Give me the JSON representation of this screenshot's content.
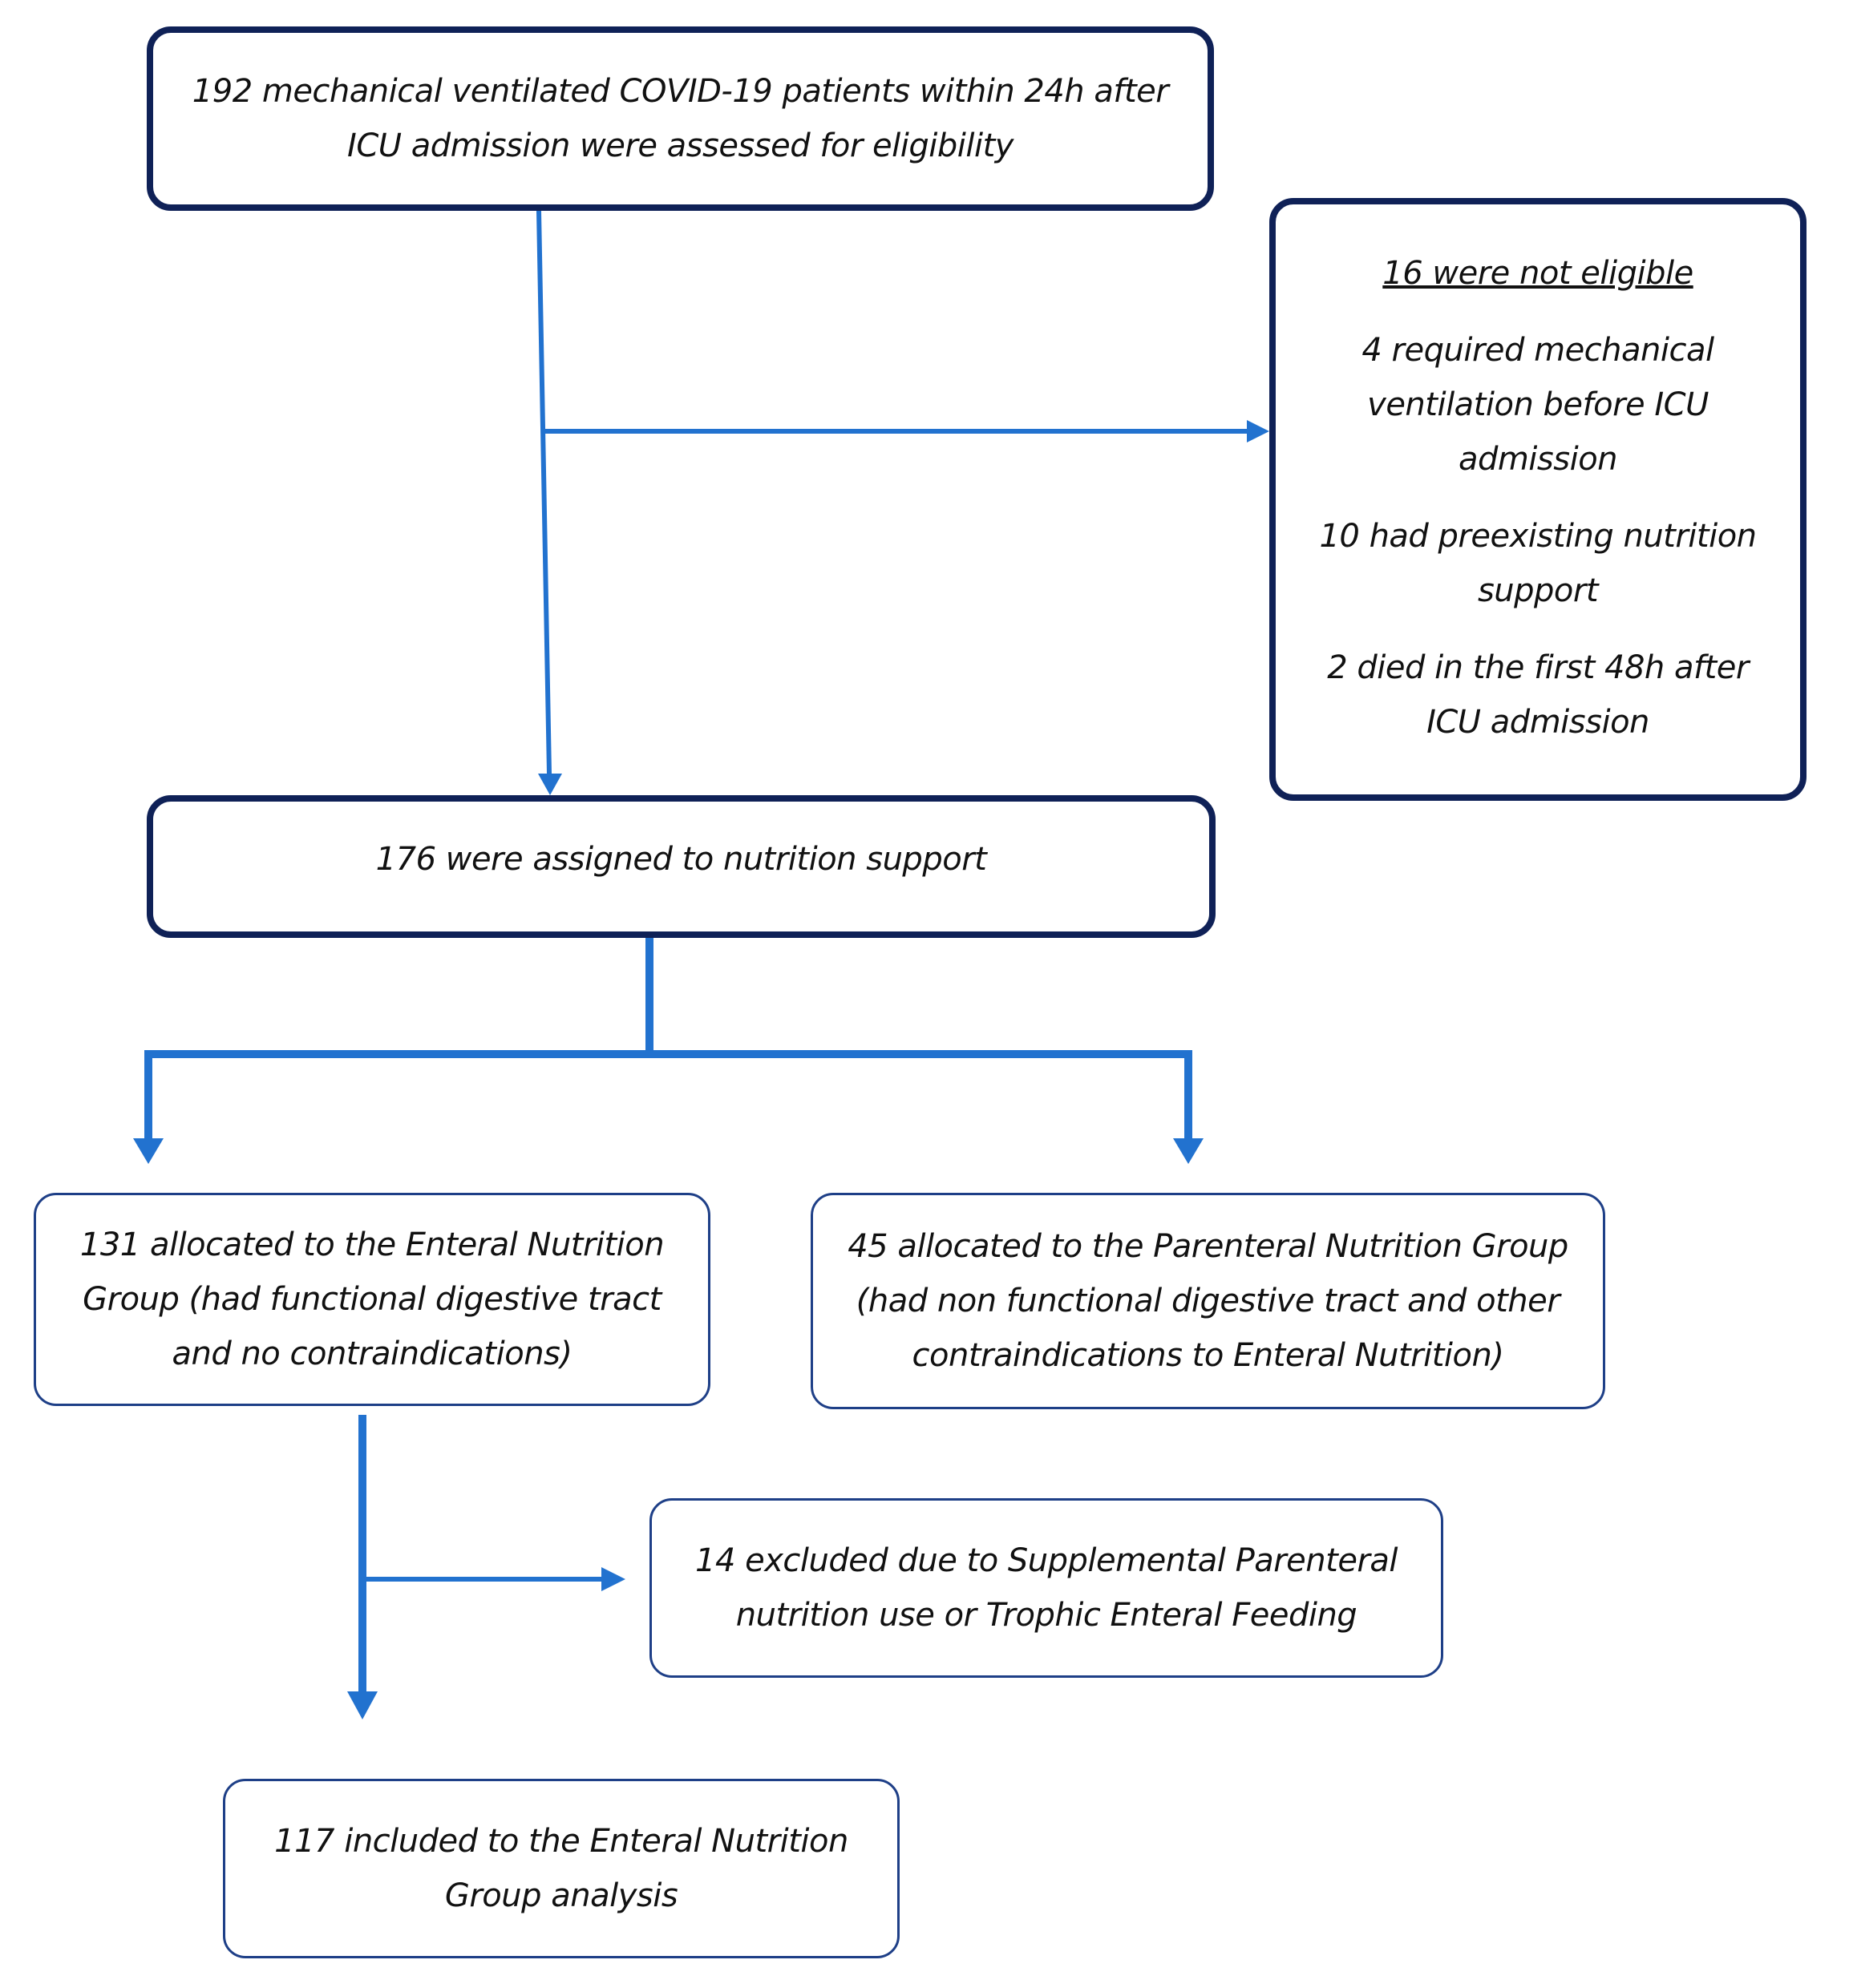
{
  "flow": {
    "assessed": {
      "lines": [
        "192 mechanical ventilated COVID-19 patients within 24h after",
        "ICU admission were assessed for eligibility"
      ]
    },
    "not_eligible": {
      "heading": "16 were not eligible",
      "items": [
        [
          "4 required mechanical",
          "ventilation before ICU",
          "admission"
        ],
        [
          "10 had preexisting nutrition",
          "support"
        ],
        [
          "2 died in the first 48h after",
          "ICU admission"
        ]
      ]
    },
    "assigned": {
      "lines": [
        "176 were assigned to nutrition support"
      ]
    },
    "enteral_group": {
      "lines": [
        "131 allocated to the Enteral Nutrition",
        "Group (had functional digestive tract",
        "and no contraindications)"
      ]
    },
    "parenteral_group": {
      "lines": [
        "45 allocated to the Parenteral Nutrition Group",
        "(had non functional digestive tract and other",
        "contraindications to Enteral Nutrition)"
      ]
    },
    "excluded": {
      "lines": [
        "14 excluded due to Supplemental Parenteral",
        "nutrition use or Trophic Enteral Feeding"
      ]
    },
    "included": {
      "lines": [
        "117 included to the Enteral Nutrition",
        "Group analysis"
      ]
    }
  },
  "colors": {
    "arrow": "#2272cf",
    "box_border_thick": "#0f2157",
    "box_border_thin": "#1e3f87",
    "text": "#111111"
  }
}
